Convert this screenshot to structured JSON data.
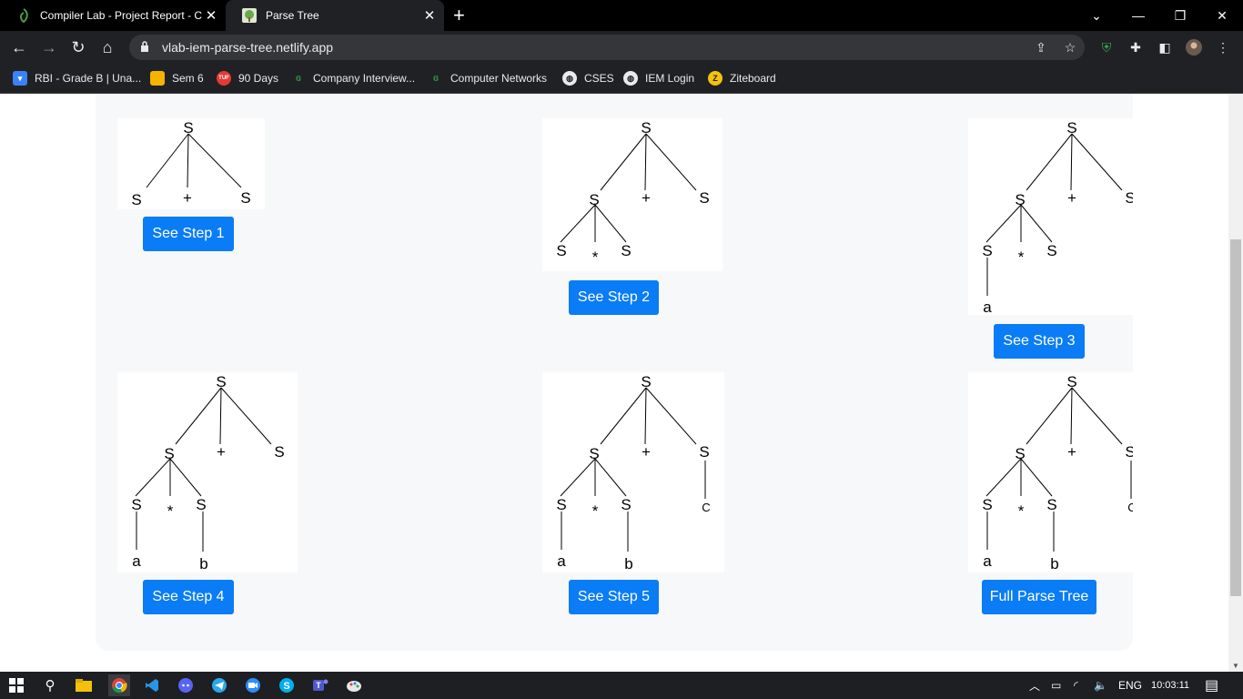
{
  "browser": {
    "tabs": [
      {
        "title": "Compiler Lab - Project Report - C",
        "icon": "overleaf-icon",
        "active": false
      },
      {
        "title": "Parse Tree",
        "icon": "tree-favicon-icon",
        "active": true
      }
    ],
    "url": "vlab-iem-parse-tree.netlify.app",
    "bookmarks": [
      {
        "label": "RBI - Grade B | Una...",
        "icon": "rbi-icon",
        "color": "#3b82f6"
      },
      {
        "label": "Sem 6",
        "icon": "folder-icon",
        "color": "#f4b400"
      },
      {
        "label": "90 Days",
        "icon": "tuf-icon",
        "color": "#e53935"
      },
      {
        "label": "Company Interview...",
        "icon": "gfg-icon",
        "color": "#2f8d46"
      },
      {
        "label": "Computer Networks",
        "icon": "gfg-icon",
        "color": "#2f8d46"
      },
      {
        "label": "CSES",
        "icon": "globe-icon",
        "color": "#e8eaed"
      },
      {
        "label": "IEM Login",
        "icon": "globe-icon",
        "color": "#e8eaed"
      },
      {
        "label": "Ziteboard",
        "icon": "ziteboard-icon",
        "color": "#f4c20d"
      }
    ]
  },
  "steps": [
    {
      "button": "See Step 1",
      "tree": {
        "root": "S",
        "children": [
          "S",
          "+",
          "S"
        ]
      }
    },
    {
      "button": "See Step 2",
      "tree": {
        "root": "S",
        "children": [
          "S",
          "+",
          "S"
        ],
        "expanded": [
          "S",
          "*",
          "S"
        ]
      }
    },
    {
      "button": "See Step 3",
      "tree": {
        "root": "S",
        "children": [
          "S",
          "+",
          "S"
        ],
        "expanded": [
          "S",
          "*",
          "S"
        ],
        "leaves": [
          "a"
        ]
      }
    },
    {
      "button": "See Step 4",
      "tree": {
        "root": "S",
        "children": [
          "S",
          "+",
          "S"
        ],
        "expanded": [
          "S",
          "*",
          "S"
        ],
        "leaves": [
          "a",
          "b"
        ]
      }
    },
    {
      "button": "See Step 5",
      "tree": {
        "root": "S",
        "children": [
          "S",
          "+",
          "S"
        ],
        "expanded": [
          "S",
          "*",
          "S"
        ],
        "leaves": [
          "a",
          "b",
          "C"
        ]
      }
    },
    {
      "button": "Full Parse Tree",
      "tree": {
        "root": "S",
        "children": [
          "S",
          "+",
          "S"
        ],
        "expanded": [
          "S",
          "*",
          "S"
        ],
        "leaves": [
          "a",
          "b",
          "C"
        ]
      }
    }
  ],
  "taskbar": {
    "language": "ENG",
    "time": "10:03:11"
  }
}
